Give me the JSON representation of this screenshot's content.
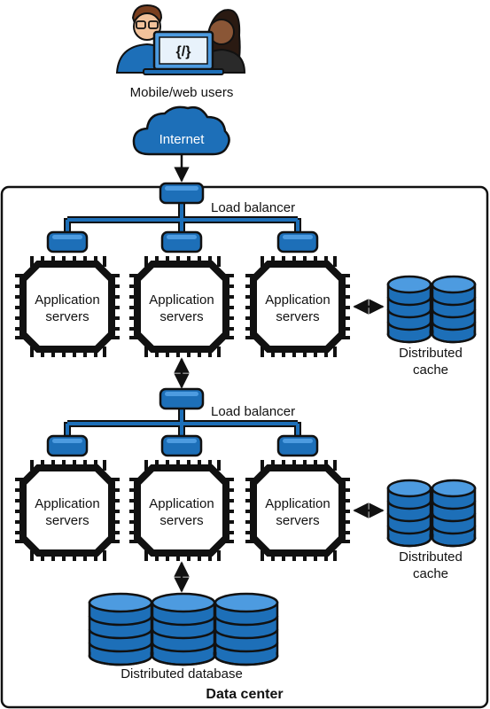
{
  "users": {
    "label": "Mobile/web users",
    "screen_code": "{/}"
  },
  "internet": {
    "label": "Internet"
  },
  "tier1": {
    "load_balancer_label": "Load balancer",
    "servers": [
      {
        "line1": "Application",
        "line2": "servers"
      },
      {
        "line1": "Application",
        "line2": "servers"
      },
      {
        "line1": "Application",
        "line2": "servers"
      }
    ],
    "cache": {
      "line1": "Distributed",
      "line2": "cache"
    }
  },
  "tier2": {
    "load_balancer_label": "Load balancer",
    "servers": [
      {
        "line1": "Application",
        "line2": "servers"
      },
      {
        "line1": "Application",
        "line2": "servers"
      },
      {
        "line1": "Application",
        "line2": "servers"
      }
    ],
    "cache": {
      "line1": "Distributed",
      "line2": "cache"
    }
  },
  "database": {
    "label": "Distributed database"
  },
  "datacenter": {
    "label": "Data center"
  },
  "colors": {
    "blue": "#1d6fb8",
    "blue_light": "#4d9be0",
    "dark": "#111111",
    "skin": "#f2c29b",
    "skin_dark": "#8a5636"
  }
}
